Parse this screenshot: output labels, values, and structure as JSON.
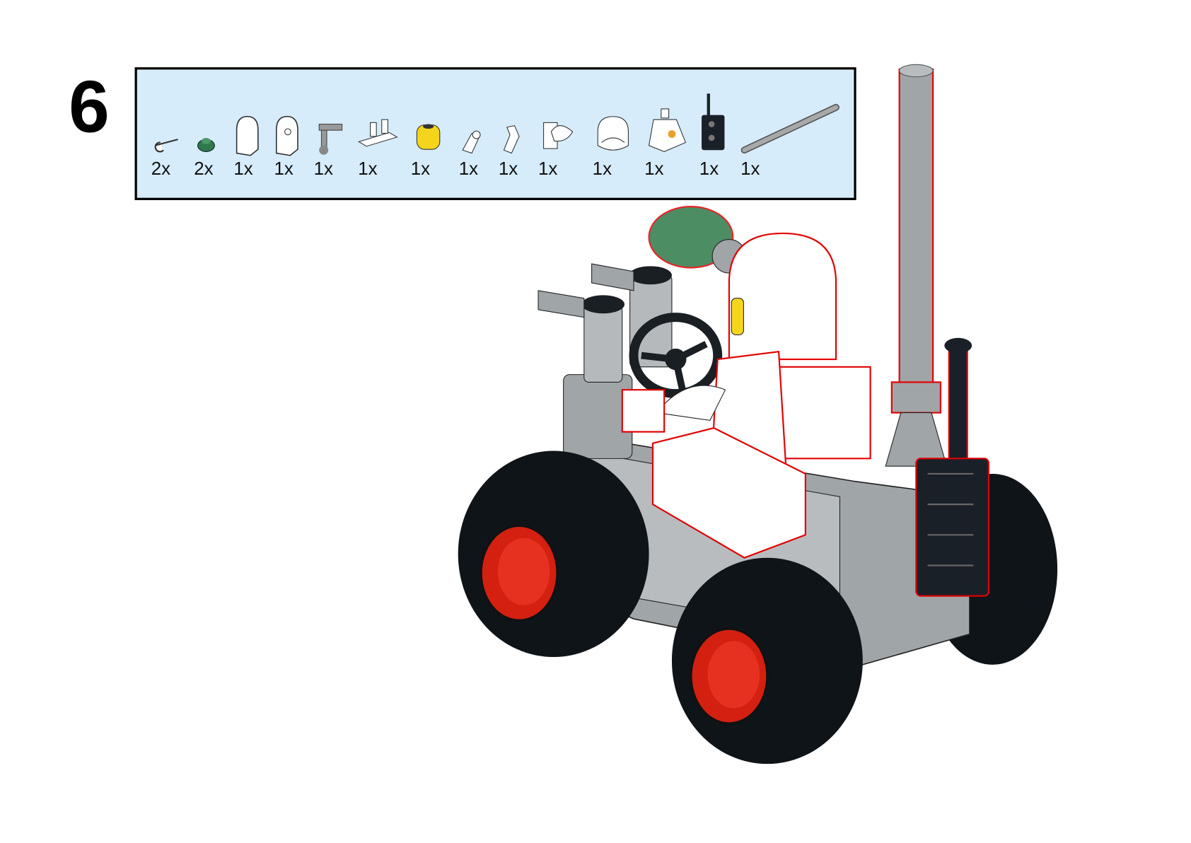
{
  "step_number": "6",
  "parts_list": {
    "background_color": "#d6ecfb",
    "items": [
      {
        "part": "clip-bar",
        "qty": "2x",
        "color": "#ffffff"
      },
      {
        "part": "round-plate-1x1",
        "qty": "2x",
        "color": "#2f7a4a"
      },
      {
        "part": "hinge-brick",
        "qty": "1x",
        "color": "#ffffff"
      },
      {
        "part": "hinge-brick-hole",
        "qty": "1x",
        "color": "#ffffff"
      },
      {
        "part": "bar-holder",
        "qty": "1x",
        "color": "#9a9a9a"
      },
      {
        "part": "plate-with-clips",
        "qty": "1x",
        "color": "#ffffff"
      },
      {
        "part": "minifig-head",
        "qty": "1x",
        "color": "#f5d51c"
      },
      {
        "part": "minifig-arm-left",
        "qty": "1x",
        "color": "#ffffff"
      },
      {
        "part": "minifig-arm-right",
        "qty": "1x",
        "color": "#ffffff"
      },
      {
        "part": "minifig-legs",
        "qty": "1x",
        "color": "#ffffff"
      },
      {
        "part": "space-helmet",
        "qty": "1x",
        "color": "#ffffff"
      },
      {
        "part": "minifig-torso-space",
        "qty": "1x",
        "color": "#ffffff"
      },
      {
        "part": "walkie-talkie",
        "qty": "1x",
        "color": "#1a2028"
      },
      {
        "part": "bar-antenna",
        "qty": "1x",
        "color": "#9a9a9a"
      }
    ]
  },
  "colors": {
    "highlight": "#e30000",
    "wheel_rim": "#d42010",
    "tire": "#0f1419",
    "body_gray": "#a0a5a8"
  }
}
